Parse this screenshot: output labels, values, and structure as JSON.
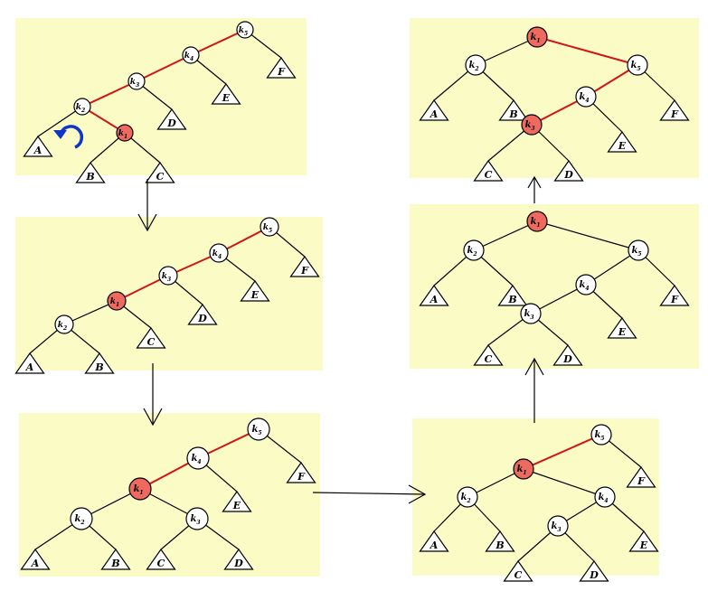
{
  "colors": {
    "panel_bg": "#fbfbc6",
    "highlight_node": "#ef6a5e",
    "normal_node": "#ffffff",
    "highlight_edge": "#d21414",
    "rotation_arrow": "#1036c8"
  },
  "node_key_letter": "k",
  "rotation_indicator": "rotate-left-arrow-icon",
  "panels": [
    {
      "id": "step-1",
      "nodes": [
        {
          "id": "k5",
          "sub": "5",
          "hl": false
        },
        {
          "id": "k4",
          "sub": "4",
          "hl": false
        },
        {
          "id": "k3",
          "sub": "3",
          "hl": false
        },
        {
          "id": "k2",
          "sub": "2",
          "hl": false
        },
        {
          "id": "k1",
          "sub": "1",
          "hl": true
        }
      ],
      "subtrees": [
        "F",
        "E",
        "D",
        "A",
        "B",
        "C"
      ]
    },
    {
      "id": "step-2",
      "nodes": [
        {
          "id": "k5",
          "sub": "5",
          "hl": false
        },
        {
          "id": "k4",
          "sub": "4",
          "hl": false
        },
        {
          "id": "k3",
          "sub": "3",
          "hl": false
        },
        {
          "id": "k1",
          "sub": "1",
          "hl": true
        },
        {
          "id": "k2",
          "sub": "2",
          "hl": false
        }
      ],
      "subtrees": [
        "F",
        "E",
        "D",
        "C",
        "A",
        "B"
      ]
    },
    {
      "id": "step-3",
      "nodes": [
        {
          "id": "k5",
          "sub": "5",
          "hl": false
        },
        {
          "id": "k4",
          "sub": "4",
          "hl": false
        },
        {
          "id": "k1",
          "sub": "1",
          "hl": true
        },
        {
          "id": "k2",
          "sub": "2",
          "hl": false
        },
        {
          "id": "k3",
          "sub": "3",
          "hl": false
        }
      ],
      "subtrees": [
        "F",
        "E",
        "A",
        "B",
        "C",
        "D"
      ]
    },
    {
      "id": "step-4",
      "nodes": [
        {
          "id": "k5",
          "sub": "5",
          "hl": false
        },
        {
          "id": "k1",
          "sub": "1",
          "hl": true
        },
        {
          "id": "k2",
          "sub": "2",
          "hl": false
        },
        {
          "id": "k4",
          "sub": "4",
          "hl": false
        },
        {
          "id": "k3",
          "sub": "3",
          "hl": false
        }
      ],
      "subtrees": [
        "F",
        "A",
        "B",
        "E",
        "C",
        "D"
      ]
    },
    {
      "id": "step-5",
      "nodes": [
        {
          "id": "k1",
          "sub": "1",
          "hl": true
        },
        {
          "id": "k2",
          "sub": "2",
          "hl": false
        },
        {
          "id": "k5",
          "sub": "5",
          "hl": false
        },
        {
          "id": "k4",
          "sub": "4",
          "hl": false
        },
        {
          "id": "k3",
          "sub": "3",
          "hl": false
        }
      ],
      "subtrees": [
        "A",
        "B",
        "F",
        "E",
        "C",
        "D"
      ]
    },
    {
      "id": "step-6",
      "nodes": [
        {
          "id": "k1",
          "sub": "1",
          "hl": true
        },
        {
          "id": "k2",
          "sub": "2",
          "hl": false
        },
        {
          "id": "k5",
          "sub": "5",
          "hl": false
        },
        {
          "id": "k4",
          "sub": "4",
          "hl": false
        },
        {
          "id": "k3",
          "sub": "3",
          "hl": true
        }
      ],
      "subtrees": [
        "A",
        "B",
        "F",
        "E",
        "C",
        "D"
      ]
    }
  ]
}
